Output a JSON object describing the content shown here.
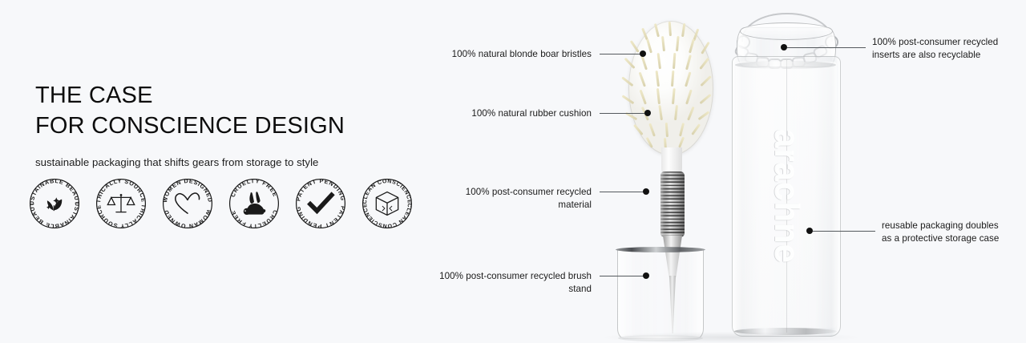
{
  "page": {
    "background_color": "#f7f8fa",
    "text_color": "#111111",
    "brand_emboss": "arachne"
  },
  "left": {
    "headline_line1": "THE CASE",
    "headline_line2": "FOR CONSCIENCE DESIGN",
    "subhead": "sustainable packaging that shifts gears from storage to style"
  },
  "badges": [
    {
      "id": "sustainable-beauty",
      "top_text": "SUSTAINABLE BEAUTY",
      "bottom_text": "SUSTAINABLE BEAUTY",
      "icon": "leaf-sparkle-icon"
    },
    {
      "id": "ethically-sourced",
      "top_text": "ETHICALLY SOURCED",
      "bottom_text": "ETHICALLY SOURCED",
      "icon": "balance-scale-icon"
    },
    {
      "id": "women-designed-woman-owned",
      "top_text": "WOMEN DESIGNED",
      "bottom_text": "WOMAN OWNED",
      "icon": "heart-icon"
    },
    {
      "id": "cruelty-free",
      "top_text": "CRUELTY FREE",
      "bottom_text": "CRUELTY FREE",
      "icon": "rabbit-icon"
    },
    {
      "id": "patent-pending",
      "top_text": "PATENT PENDING",
      "bottom_text": "PATENT PENDING",
      "icon": "checkmark-icon"
    },
    {
      "id": "clean-conscience",
      "top_text": "CLEAN CONSCIENCE",
      "bottom_text": "CLEAN CONSCIENCE",
      "icon": "cube-box-icon"
    }
  ],
  "callouts": {
    "bristles": "100% natural blonde boar bristles",
    "cushion": "100% natural rubber cushion",
    "material": "100% post-consumer recycled material",
    "stand": "100% post-consumer recycled brush stand",
    "inserts": "100% post-consumer recycled\ninserts are also recyclable",
    "reusable": "reusable packaging doubles\nas a protective storage case"
  }
}
